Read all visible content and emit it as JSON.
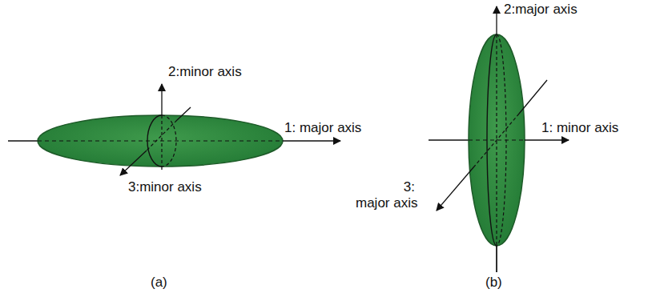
{
  "diagram": {
    "labels": [
      "2:minor axis",
      "1: major axis",
      "3:minor axis",
      "(a)",
      "2:major axis",
      "1: minor axis",
      "3: major axis",
      "(b)"
    ]
  }
}
